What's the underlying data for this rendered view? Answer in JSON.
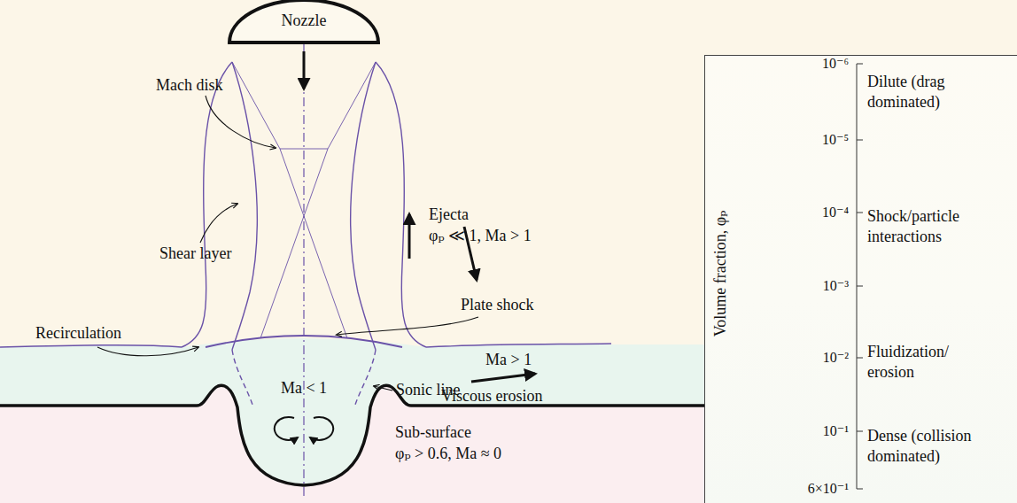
{
  "diagram": {
    "nodes": [
      {
        "text": [
          "Nozzle"
        ]
      },
      {
        "text": [
          "Volume fraction, φₚ",
          "Dilute (drag dominated)",
          "Shock/particle interactions",
          "Fluidization/ erosion",
          "Dense (collision dominated)"
        ]
      }
    ],
    "edges": [],
    "labels": [
      "Mach disk",
      "Ejecta",
      "φₚ ≪ 1, Ma > 1",
      "Shear layer",
      "Plate shock",
      "Recirculation",
      "Ma < 1",
      "Sonic line",
      "Ma > 1",
      "Viscous erosion",
      "Sub-surface",
      "φₚ > 0.6, Ma ≈ 0",
      "10⁻⁶",
      "10⁻⁵",
      "10⁻⁴",
      "10⁻³",
      "10⁻²",
      "10⁻¹",
      "6×10⁻¹"
    ]
  }
}
